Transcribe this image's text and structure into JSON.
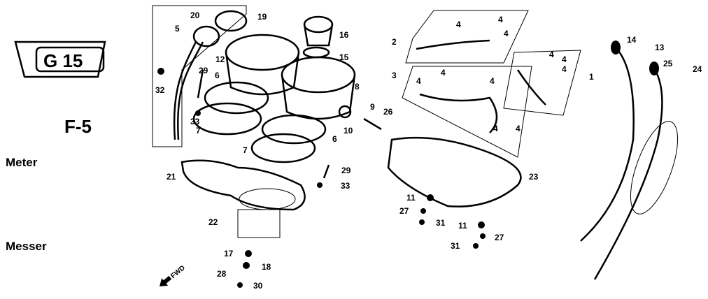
{
  "badge": {
    "text": "G 15"
  },
  "section": "F-5",
  "title_en": "Meter",
  "title_de": "Messer",
  "fwd": "FWD",
  "callouts": {
    "c20": "20",
    "c19": "19",
    "c5": "5",
    "c16": "16",
    "c12": "12",
    "c15": "15",
    "c29a": "29",
    "c6a": "6",
    "c32": "32",
    "c8": "8",
    "c33a": "33",
    "c7a": "7",
    "c10": "10",
    "c9": "9",
    "c26": "26",
    "c6b": "6",
    "c7b": "7",
    "c21": "21",
    "c29b": "29",
    "c33b": "33",
    "c23": "23",
    "c22": "22",
    "c11a": "11",
    "c27a": "27",
    "c31a": "31",
    "c11b": "11",
    "c27b": "27",
    "c31b": "31",
    "c17": "17",
    "c18": "18",
    "c28": "28",
    "c30": "30",
    "c2": "2",
    "c3": "3",
    "c1": "1",
    "c13": "13",
    "c14": "14",
    "c25": "25",
    "c24": "24",
    "c4": "4"
  }
}
